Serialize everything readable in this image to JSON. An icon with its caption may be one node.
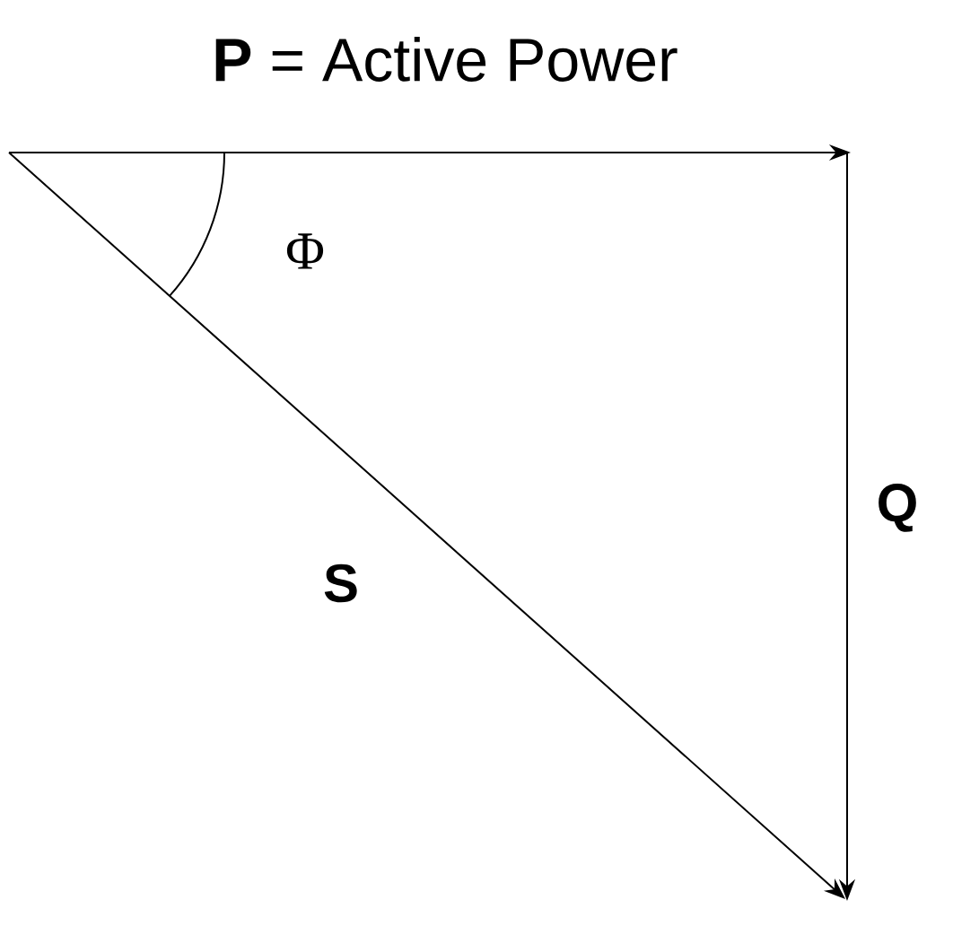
{
  "diagram": {
    "labels": [
      "**P** = Active Power",
      "Φ",
      "Q",
      "S"
    ]
  }
}
